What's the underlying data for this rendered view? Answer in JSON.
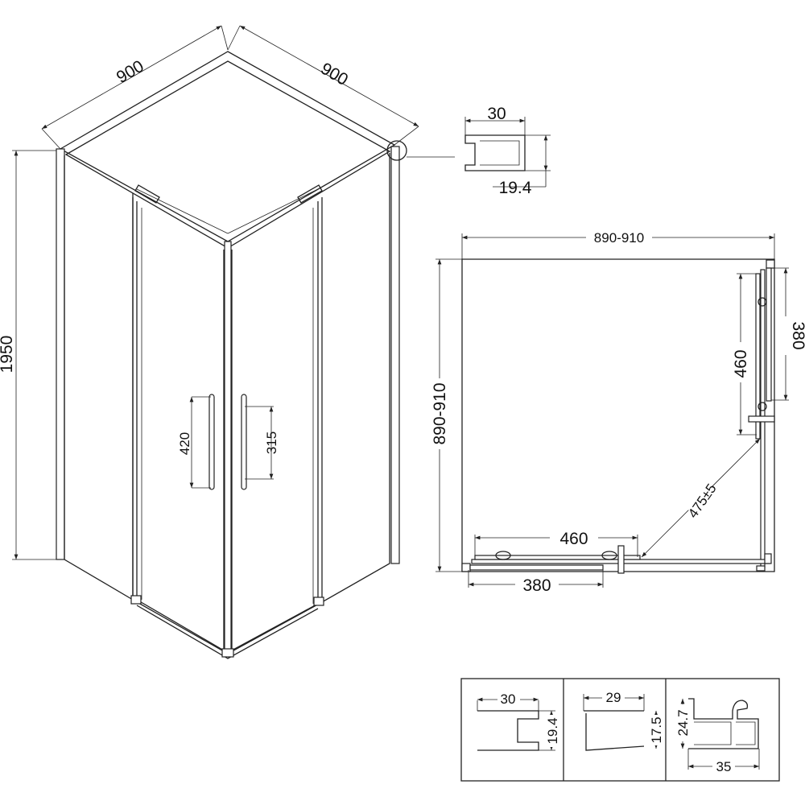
{
  "isometric_view": {
    "width_left": "900",
    "width_right": "900",
    "height": "1950",
    "handle_left": "420",
    "handle_right": "315"
  },
  "profile_detail": {
    "width": "30",
    "depth": "19.4"
  },
  "plan_view": {
    "width_top": "890-910",
    "width_left": "890-910",
    "door_right": "460",
    "fixed_right": "380",
    "door_bottom": "460",
    "fixed_bottom": "380",
    "entry_diagonal": "475±5"
  },
  "profiles": [
    {
      "width": "30",
      "height": "19.4"
    },
    {
      "width": "29",
      "height": "17.5"
    },
    {
      "width": "35",
      "height": "24.7"
    }
  ]
}
